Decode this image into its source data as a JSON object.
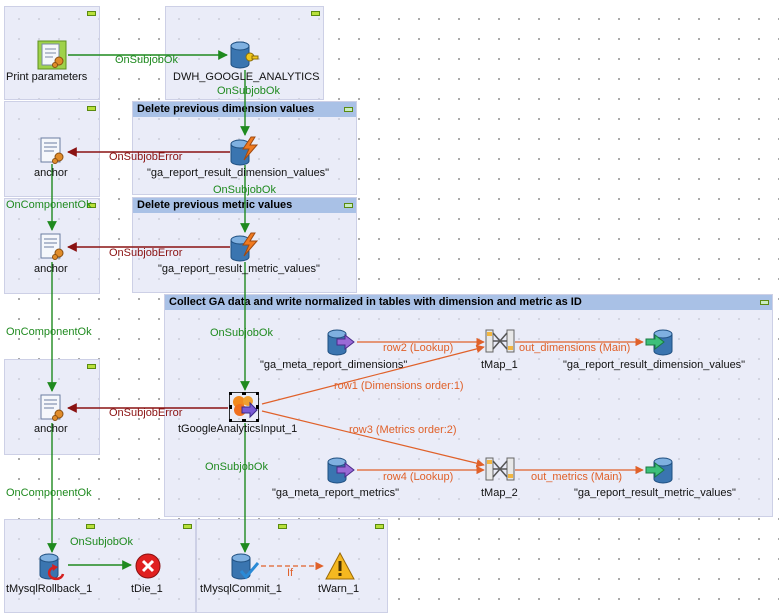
{
  "subjobs": {
    "print_parameters": {},
    "dwh": {},
    "anchor_1": {},
    "delete_dimension": {
      "title": "Delete previous dimension values"
    },
    "anchor_2": {},
    "delete_metric": {
      "title": "Delete previous metric values"
    },
    "collect_ga": {
      "title": "Collect GA data and write normalized in tables with dimension and metric as ID"
    },
    "anchor_3": {},
    "rollback": {},
    "commit": {},
    "warn": {}
  },
  "components": {
    "print_parameters": {
      "label": "Print parameters",
      "icon": "script-icon"
    },
    "dwh": {
      "label": "DWH_GOOGLE_ANALYTICS",
      "icon": "db-connection-icon"
    },
    "anchor_1": {
      "label": "anchor",
      "icon": "script-icon"
    },
    "dimension_values_delete": {
      "label": "\"ga_report_result_dimension_values\"",
      "icon": "db-delete-icon"
    },
    "anchor_2": {
      "label": "anchor",
      "icon": "script-icon"
    },
    "metric_values_delete": {
      "label": "\"ga_report_result_metric_values\"",
      "icon": "db-delete-icon"
    },
    "meta_dimensions": {
      "label": "\"ga_meta_report_dimensions\"",
      "icon": "db-input-icon"
    },
    "tmap_1": {
      "label": "tMap_1",
      "icon": "tmap-icon"
    },
    "result_dimension_values": {
      "label": "\"ga_report_result_dimension_values\"",
      "icon": "db-output-icon"
    },
    "ga_input": {
      "label": "tGoogleAnalyticsInput_1",
      "icon": "google-analytics-icon"
    },
    "anchor_3": {
      "label": "anchor",
      "icon": "script-icon"
    },
    "meta_metrics": {
      "label": "\"ga_meta_report_metrics\"",
      "icon": "db-input-icon"
    },
    "tmap_2": {
      "label": "tMap_2",
      "icon": "tmap-icon"
    },
    "result_metric_values": {
      "label": "\"ga_report_result_metric_values\"",
      "icon": "db-output-icon"
    },
    "rollback": {
      "label": "tMysqlRollback_1",
      "icon": "db-rollback-icon"
    },
    "die": {
      "label": "tDie_1",
      "icon": "die-icon"
    },
    "commit": {
      "label": "tMysqlCommit_1",
      "icon": "db-commit-icon"
    },
    "warn": {
      "label": "tWarn_1",
      "icon": "warning-icon"
    }
  },
  "links": {
    "print_to_dwh": "OnSubjobOk",
    "dwh_to_dimension": "OnSubjobOk",
    "dimension_to_anchor_1": "OnSubjobError",
    "dimension_to_metric": "OnSubjobOk",
    "anchor_1_to_anchor_2": "OnComponentOk",
    "metric_to_anchor_2": "OnSubjobError",
    "anchor_2_to_anchor_3": "OnComponentOk",
    "metric_to_ga": "OnSubjobOk",
    "meta_dimensions_to_tmap_1": "row2 (Lookup)",
    "tmap_1_to_result_dimension": "out_dimensions (Main)",
    "ga_to_tmap_1": "row1 (Dimensions order:1)",
    "ga_to_anchor_3": "OnSubjobError",
    "ga_to_tmap_2": "row3 (Metrics order:2)",
    "meta_metrics_to_tmap_2": "row4 (Lookup)",
    "tmap_2_to_result_metric": "out_metrics (Main)",
    "ga_to_commit": "OnSubjobOk",
    "anchor_3_to_rollback": "OnComponentOk",
    "rollback_to_die": "OnSubjobOk",
    "commit_to_warn": "If"
  },
  "colors": {
    "subjob_bg": "#e2e4f5",
    "subjob_title_bg": "#a9c1e6",
    "trigger_ok": "#1f8a1f",
    "trigger_error": "#8a1212",
    "row_link": "#e0612a"
  }
}
